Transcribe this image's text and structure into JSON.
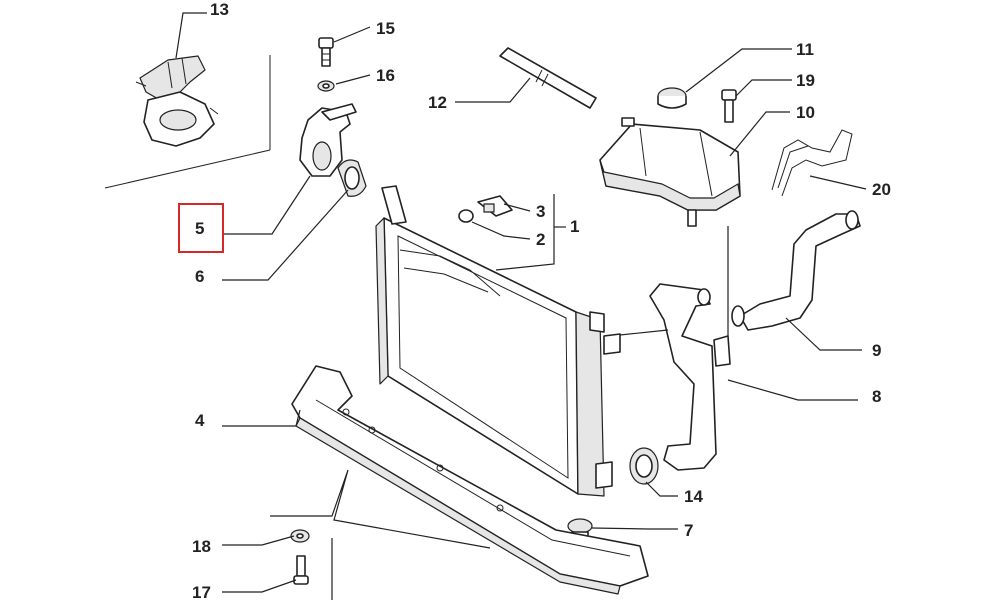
{
  "highlight_color": "#d62828",
  "callouts": {
    "c1": "1",
    "c2": "2",
    "c3": "3",
    "c4": "4",
    "c5": "5",
    "c6": "6",
    "c7": "7",
    "c8": "8",
    "c9": "9",
    "c10": "10",
    "c11": "11",
    "c12": "12",
    "c13": "13",
    "c14": "14",
    "c15": "15",
    "c16": "16",
    "c17": "17",
    "c18": "18",
    "c19": "19",
    "c20": "20"
  }
}
